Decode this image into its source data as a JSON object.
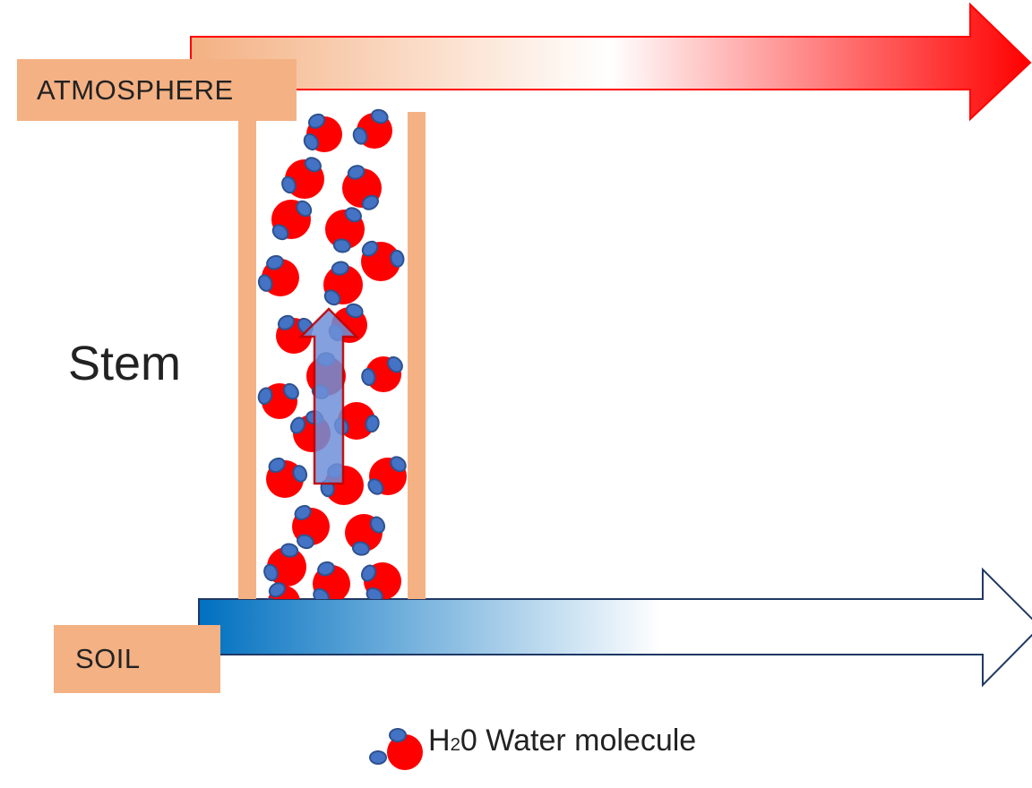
{
  "labels": {
    "atmosphere": "ATMOSPHERE",
    "soil": "SOIL",
    "stem": "Stem"
  },
  "legend": {
    "formula_base": "H",
    "formula_sub": "2",
    "formula_rest": "0",
    "text": " Water molecule"
  },
  "colors": {
    "tube_wall": "#f4b183",
    "label_box": "#f4b183",
    "oxygen": "#ff0000",
    "hydrogen": "#4472c4",
    "hydrogen_stroke": "#2f528f",
    "atmosphere_arrow": "#ff0000",
    "soil_arrow": "#0070c0",
    "soil_arrow_outline": "#1f3864",
    "flow_arrow": "#6f8fd8"
  }
}
